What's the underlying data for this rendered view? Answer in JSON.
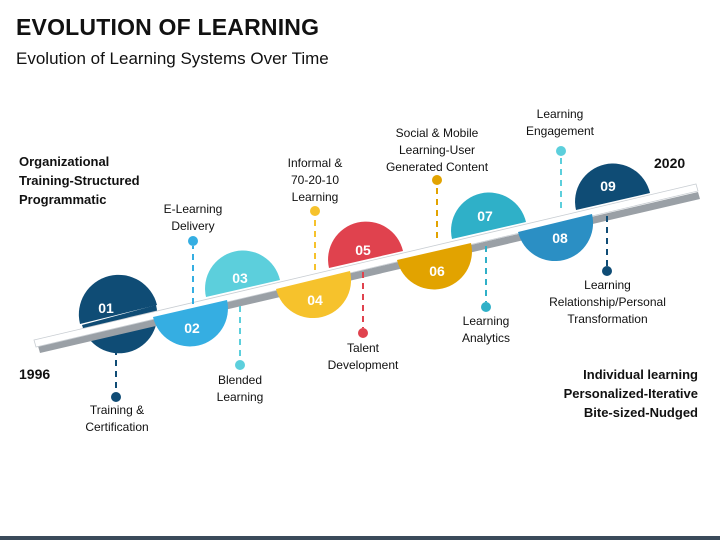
{
  "title": "EVOLUTION OF LEARNING",
  "subtitle": "Evolution of Learning Systems Over Time",
  "start_year": "1996",
  "end_year": "2020",
  "left_note": [
    "Organizational",
    "Training-Structured",
    "Programmatic"
  ],
  "right_note": [
    "Individual learning",
    "Personalized-Iterative",
    "Bite-sized-Nudged"
  ],
  "colors": {
    "dark_blue": "#0f4c75",
    "light_blue": "#35aee2",
    "teal": "#5ccfdc",
    "yellow": "#f6c22c",
    "red": "#e0424e",
    "amber": "#e2a300",
    "ribbon": "#ffffff",
    "ribbon_shadow": "#9aa0a6"
  },
  "steps": [
    {
      "num": "01",
      "color": "#0f4c75",
      "label": [
        "Training &",
        "Certification"
      ]
    },
    {
      "num": "02",
      "color": "#35aee2",
      "label": [
        "E-Learning",
        "Delivery"
      ]
    },
    {
      "num": "03",
      "color": "#5ccfdc",
      "label": [
        "Blended",
        "Learning"
      ]
    },
    {
      "num": "04",
      "color": "#f6c22c",
      "label": [
        "Informal &",
        "70-20-10",
        "Learning"
      ]
    },
    {
      "num": "05",
      "color": "#e0424e",
      "label": [
        "Talent",
        "Development"
      ]
    },
    {
      "num": "06",
      "color": "#e2a300",
      "label": [
        "Social & Mobile",
        "Learning-User",
        "Generated Content"
      ]
    },
    {
      "num": "07",
      "color": "#2fb0c8",
      "label": [
        "Learning",
        "Analytics"
      ]
    },
    {
      "num": "08",
      "color": "#2b8fc4",
      "label": [
        "Learning",
        "Engagement"
      ]
    },
    {
      "num": "09",
      "color": "#0f4c75",
      "label": [
        "Learning",
        "Relationship/Personal",
        "Transformation"
      ]
    }
  ]
}
